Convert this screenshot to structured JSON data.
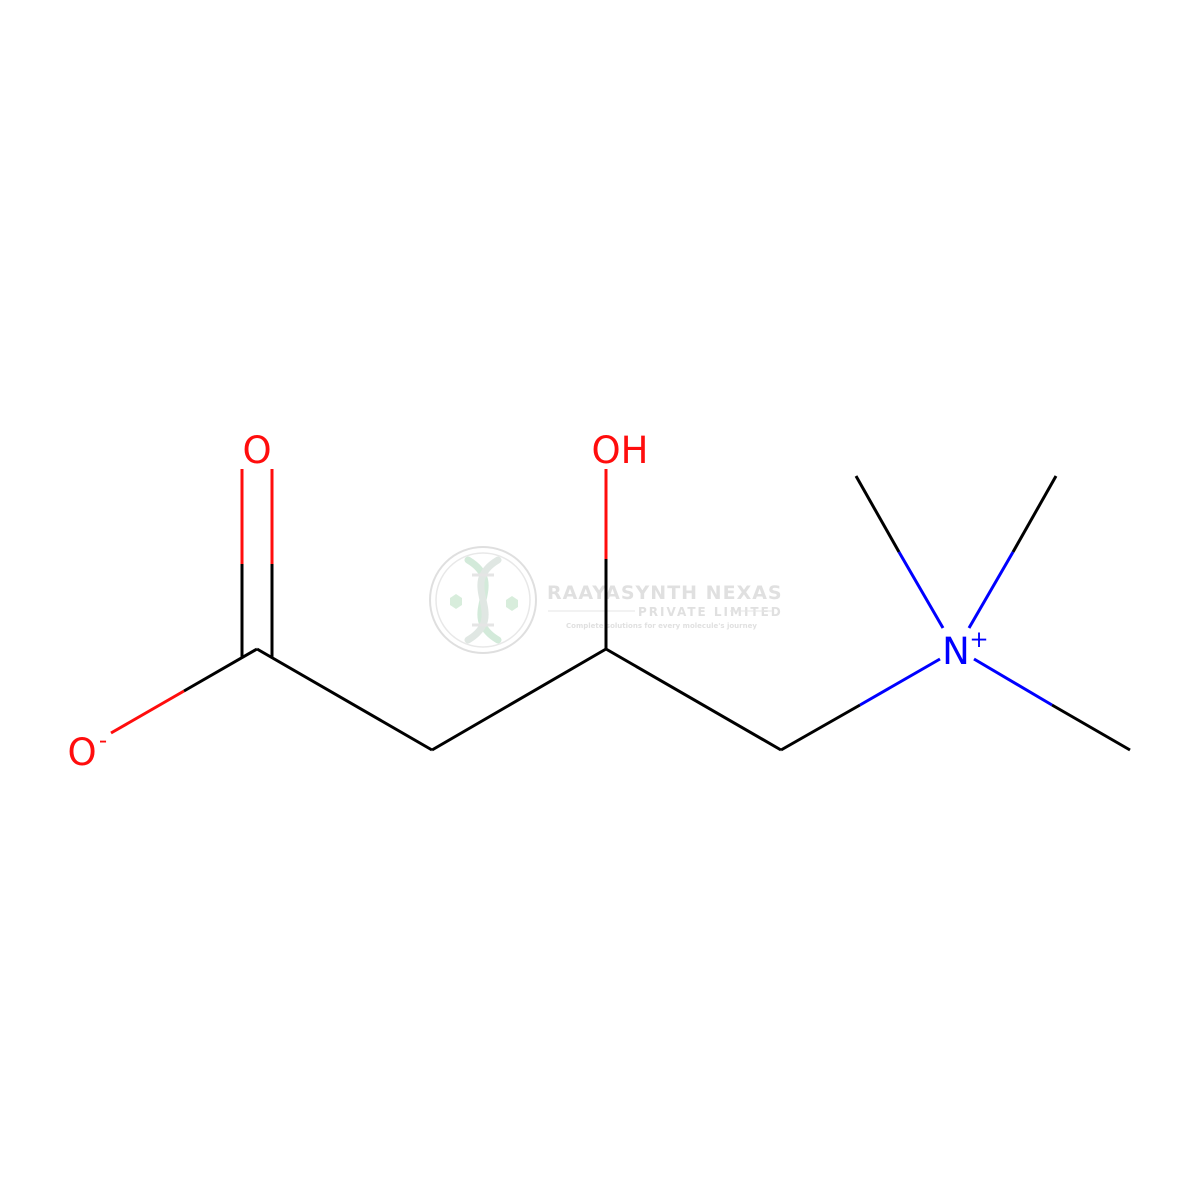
{
  "molecule": {
    "atoms": [
      {
        "id": "o_minus",
        "element": "O",
        "label": "O",
        "charge": "-",
        "color": "#ff0d0d"
      },
      {
        "id": "c_carboxyl",
        "element": "C",
        "label": "",
        "charge": "",
        "color": "#000000"
      },
      {
        "id": "o_carbonyl",
        "element": "O",
        "label": "O",
        "charge": "",
        "color": "#ff0d0d"
      },
      {
        "id": "c_alpha",
        "element": "C",
        "label": "",
        "charge": "",
        "color": "#000000"
      },
      {
        "id": "c_beta",
        "element": "C",
        "label": "",
        "charge": "",
        "color": "#000000"
      },
      {
        "id": "o_hydroxyl",
        "element": "O",
        "label": "OH",
        "charge": "",
        "color": "#ff0d0d"
      },
      {
        "id": "c_gamma",
        "element": "C",
        "label": "",
        "charge": "",
        "color": "#000000"
      },
      {
        "id": "n_plus",
        "element": "N",
        "label": "N",
        "charge": "+",
        "color": "#0000ff"
      },
      {
        "id": "c_methyl_1",
        "element": "C",
        "label": "",
        "charge": "",
        "color": "#000000"
      },
      {
        "id": "c_methyl_2",
        "element": "C",
        "label": "",
        "charge": "",
        "color": "#000000"
      },
      {
        "id": "c_methyl_3",
        "element": "C",
        "label": "",
        "charge": "",
        "color": "#000000"
      }
    ],
    "bonds": [
      {
        "from": "o_minus",
        "to": "c_carboxyl",
        "order": 1
      },
      {
        "from": "c_carboxyl",
        "to": "o_carbonyl",
        "order": 2
      },
      {
        "from": "c_carboxyl",
        "to": "c_alpha",
        "order": 1
      },
      {
        "from": "c_alpha",
        "to": "c_beta",
        "order": 1
      },
      {
        "from": "c_beta",
        "to": "o_hydroxyl",
        "order": 1
      },
      {
        "from": "c_beta",
        "to": "c_gamma",
        "order": 1
      },
      {
        "from": "c_gamma",
        "to": "n_plus",
        "order": 1
      },
      {
        "from": "n_plus",
        "to": "c_methyl_1",
        "order": 1
      },
      {
        "from": "n_plus",
        "to": "c_methyl_2",
        "order": 1
      },
      {
        "from": "n_plus",
        "to": "c_methyl_3",
        "order": 1
      }
    ]
  },
  "watermark": {
    "title": "RAAYASYNTH NEXAS",
    "subtitle": "PRIVATE LIMITED",
    "tagline": "Complete solutions for every molecule's journey",
    "logo_icon": "dna-helix-icon",
    "color": "#cfe8d6"
  }
}
